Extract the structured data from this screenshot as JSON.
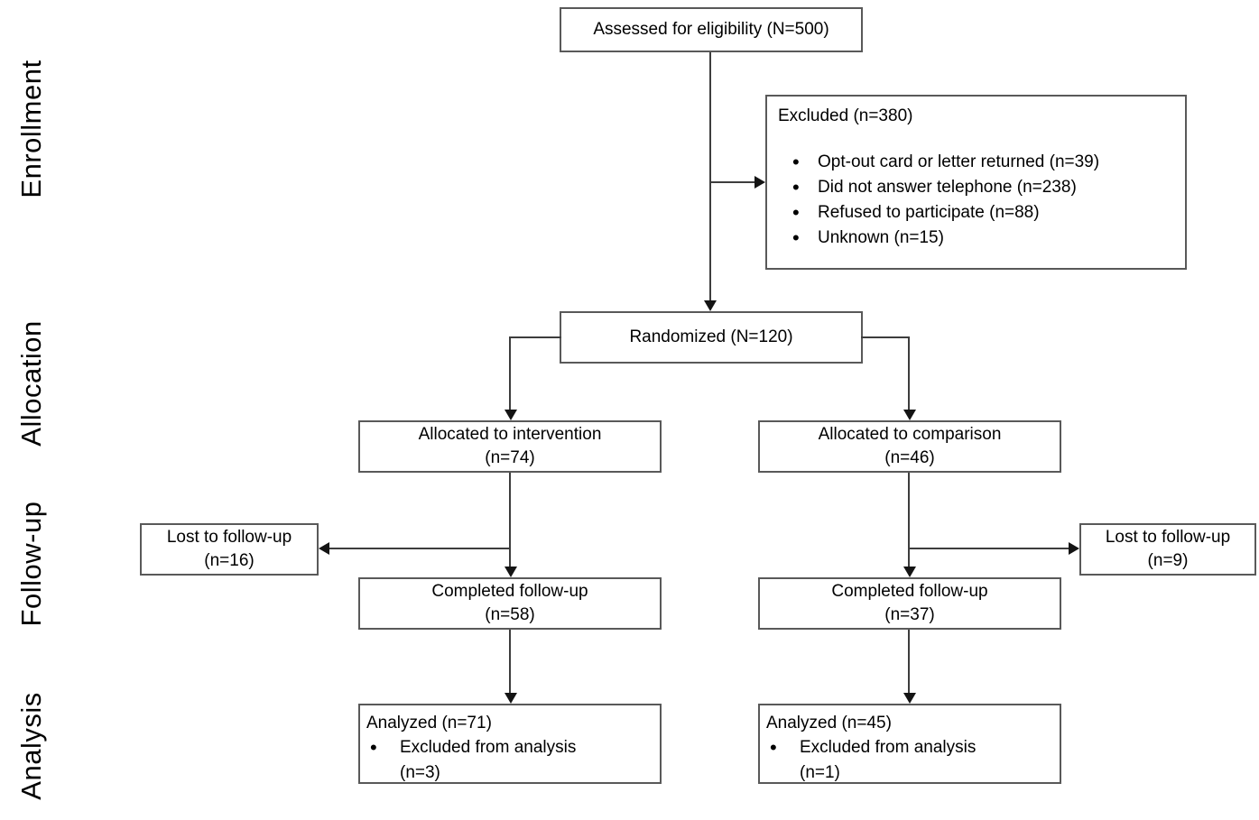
{
  "stages": [
    {
      "label": "Enrollment"
    },
    {
      "label": "Allocation"
    },
    {
      "label": "Follow-up"
    },
    {
      "label": "Analysis"
    }
  ],
  "boxes": {
    "assessed": {
      "text": "Assessed for eligibility (N=500)"
    },
    "excluded": {
      "title": "Excluded (n=380)",
      "items": [
        "Opt-out card or letter returned (n=39)",
        "Did not answer telephone (n=238)",
        "Refused to participate (n=88)",
        "Unknown (n=15)"
      ]
    },
    "randomized": {
      "text": "Randomized (N=120)"
    },
    "allocated_intervention": {
      "line1": "Allocated to intervention",
      "line2": "(n=74)"
    },
    "allocated_comparison": {
      "line1": "Allocated to comparison",
      "line2": "(n=46)"
    },
    "lost_left": {
      "line1": "Lost to follow-up",
      "line2": "(n=16)"
    },
    "lost_right": {
      "line1": "Lost to follow-up",
      "line2": "(n=9)"
    },
    "completed_left": {
      "line1": "Completed follow-up",
      "line2": "(n=58)"
    },
    "completed_right": {
      "line1": "Completed follow-up",
      "line2": "(n=37)"
    },
    "analyzed_left": {
      "title": "Analyzed (n=71)",
      "bullet": "Excluded from analysis",
      "bullet_n": "(n=3)"
    },
    "analyzed_right": {
      "title": "Analyzed (n=45)",
      "bullet": "Excluded from analysis",
      "bullet_n": "(n=1)"
    }
  },
  "colors": {
    "box_border": "#595959",
    "connector_line": "#3d3d3d",
    "arrowhead": "#141414",
    "text": "#000000",
    "background": "#ffffff"
  }
}
